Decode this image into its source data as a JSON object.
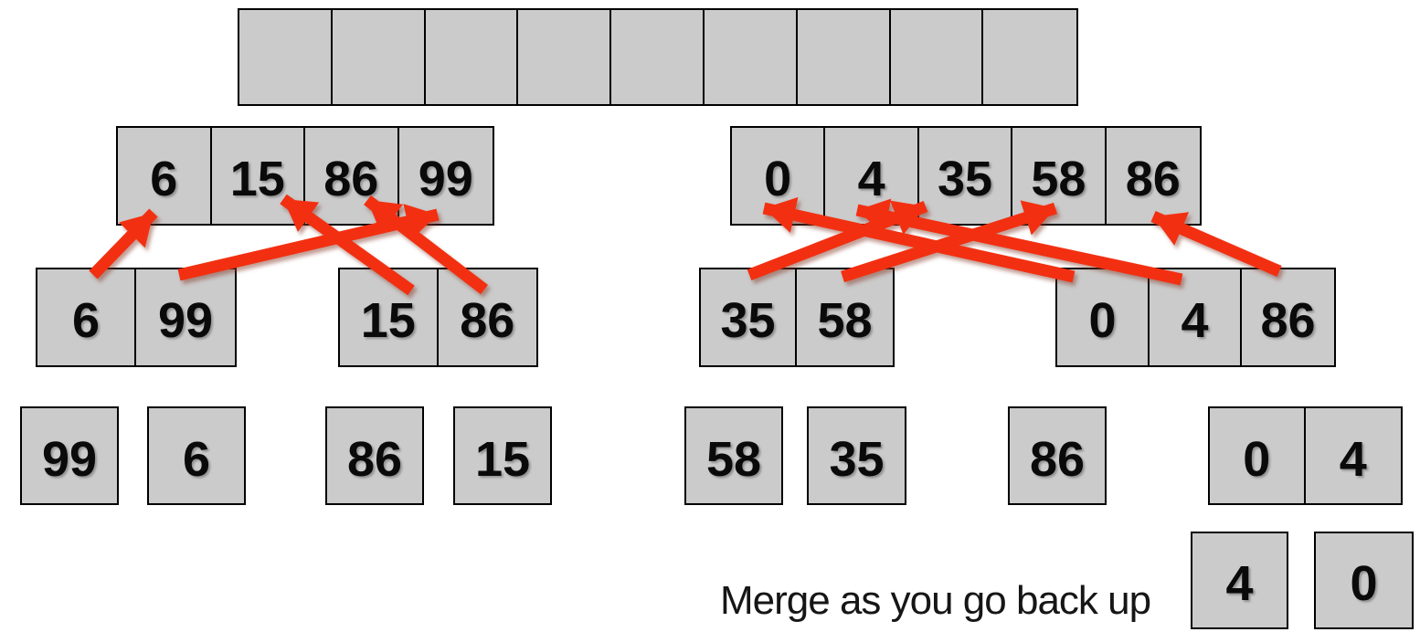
{
  "caption": "Merge as you go back up",
  "colors": {
    "background": "#ffffff",
    "box_fill": "#cbcbcb",
    "box_border": "#000000",
    "digit": "#0a0a0a",
    "arrow_red": "#f23011"
  },
  "diagram": {
    "rows": {
      "level0": {
        "cells": [
          "",
          "",
          "",
          "",
          "",
          "",
          "",
          "",
          ""
        ]
      },
      "level1_left": {
        "cells": [
          "6",
          "15",
          "86",
          "99"
        ]
      },
      "level1_right": {
        "cells": [
          "0",
          "4",
          "35",
          "58",
          "86"
        ]
      },
      "level2_a": {
        "cells": [
          "6",
          "99"
        ]
      },
      "level2_b": {
        "cells": [
          "15",
          "86"
        ]
      },
      "level2_c": {
        "cells": [
          "35",
          "58"
        ]
      },
      "level2_d": {
        "cells": [
          "0",
          "4",
          "86"
        ]
      },
      "level3_a": {
        "cells": [
          "99"
        ]
      },
      "level3_b": {
        "cells": [
          "6"
        ]
      },
      "level3_c": {
        "cells": [
          "86"
        ]
      },
      "level3_d": {
        "cells": [
          "15"
        ]
      },
      "level3_e": {
        "cells": [
          "58"
        ]
      },
      "level3_f": {
        "cells": [
          "35"
        ]
      },
      "level3_g": {
        "cells": [
          "86"
        ]
      },
      "level3_h": {
        "cells": [
          "0",
          "4"
        ]
      },
      "level4_a": {
        "cells": [
          "4"
        ]
      },
      "level4_b": {
        "cells": [
          "0"
        ]
      }
    },
    "arrows": [
      {
        "value": "6",
        "from": "level2_a.0",
        "to": "level1_left.0"
      },
      {
        "value": "99",
        "from": "level2_a.1",
        "to": "level1_left.3"
      },
      {
        "value": "15",
        "from": "level2_b.0",
        "to": "level1_left.1"
      },
      {
        "value": "86",
        "from": "level2_b.1",
        "to": "level1_left.2"
      },
      {
        "value": "0",
        "from": "level2_d.0",
        "to": "level1_right.0"
      },
      {
        "value": "4",
        "from": "level2_d.1",
        "to": "level1_right.1"
      },
      {
        "value": "35",
        "from": "level2_c.0",
        "to": "level1_right.2"
      },
      {
        "value": "58",
        "from": "level2_c.1",
        "to": "level1_right.3"
      },
      {
        "value": "86",
        "from": "level2_d.2",
        "to": "level1_right.4"
      }
    ]
  }
}
